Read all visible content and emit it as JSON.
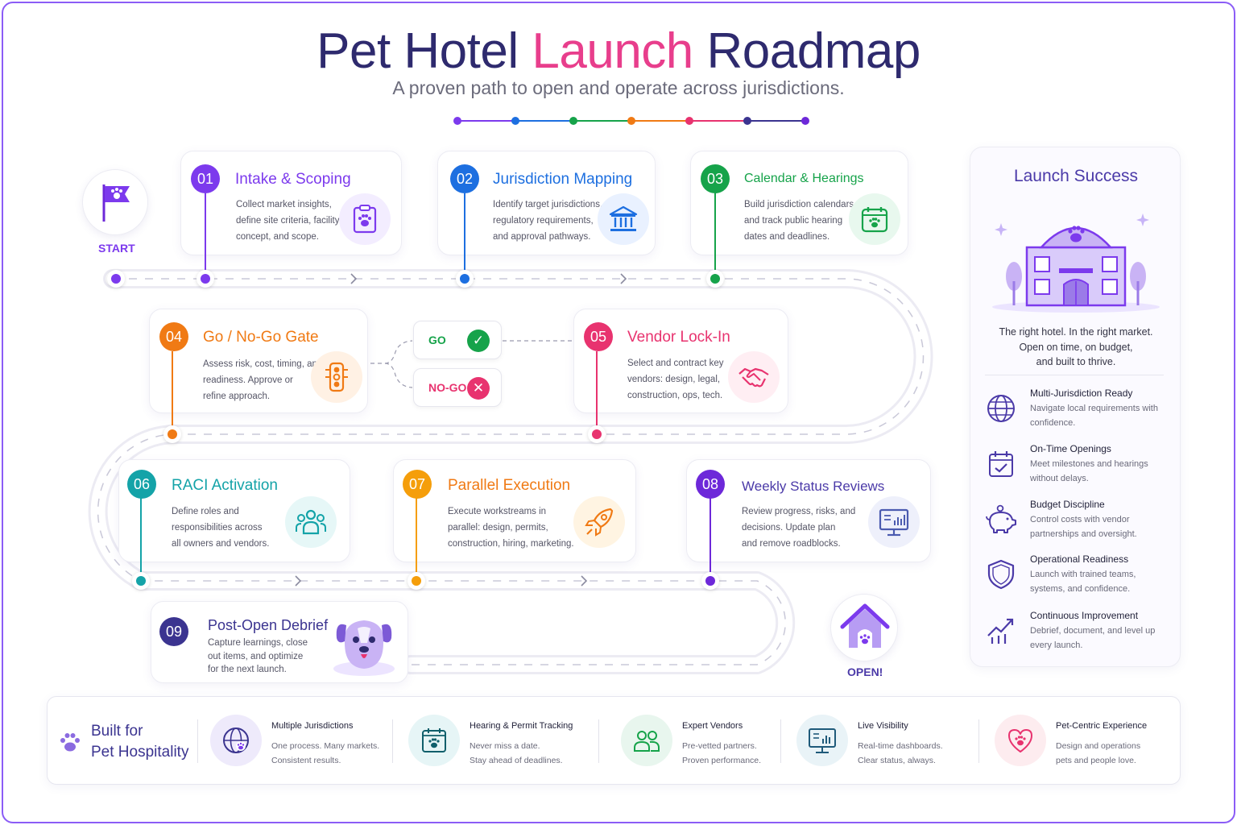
{
  "header": {
    "title_part1": "Pet Hotel ",
    "title_accent": "Launch",
    "title_part2": " Roadmap",
    "subtitle": "A proven path to open and operate across jurisdictions."
  },
  "colors": {
    "purple": "#7c3aed",
    "blue": "#1d6fe0",
    "green": "#16a34a",
    "orange": "#f07a14",
    "pink": "#e8336f",
    "teal": "#14a3a8",
    "amber": "#f59e0b",
    "violet": "#6d28d9",
    "navy": "#3b3490"
  },
  "start_label": "START",
  "end_label": "OPEN!",
  "steps": [
    {
      "num": "01",
      "title": "Intake & Scoping",
      "lines": [
        "Collect market insights,",
        "define site criteria, facility",
        "concept, and scope."
      ],
      "icon": "clipboard-paw-icon"
    },
    {
      "num": "02",
      "title": "Jurisdiction Mapping",
      "lines": [
        "Identify target jurisdictions,",
        "regulatory requirements,",
        "and approval pathways."
      ],
      "icon": "government-building-icon"
    },
    {
      "num": "03",
      "title": "Calendar & Hearings",
      "lines": [
        "Build jurisdiction calendars",
        "and track public hearing",
        "dates and deadlines."
      ],
      "icon": "calendar-paw-icon"
    },
    {
      "num": "04",
      "title": "Go / No-Go Gate",
      "lines": [
        "Assess risk, cost, timing, and",
        "readiness. Approve or",
        "refine approach."
      ],
      "icon": "traffic-light-icon"
    },
    {
      "num": "05",
      "title": "Vendor Lock-In",
      "lines": [
        "Select and contract key",
        "vendors: design, legal,",
        "construction, ops, tech."
      ],
      "icon": "handshake-icon"
    },
    {
      "num": "06",
      "title": "RACI Activation",
      "lines": [
        "Define roles and",
        "responsibilities across",
        "all owners and vendors."
      ],
      "icon": "team-icon"
    },
    {
      "num": "07",
      "title": "Parallel Execution",
      "lines": [
        "Execute workstreams in",
        "parallel: design, permits,",
        "construction, hiring, marketing."
      ],
      "icon": "rocket-icon"
    },
    {
      "num": "08",
      "title": "Weekly Status Reviews",
      "lines": [
        "Review progress, risks, and",
        "decisions. Update plan",
        "and remove roadblocks."
      ],
      "icon": "dashboard-monitor-icon"
    },
    {
      "num": "09",
      "title": "Post-Open Debrief",
      "lines": [
        "Capture learnings, close",
        "out items, and optimize",
        "for the next launch."
      ],
      "icon": "dog-icon"
    }
  ],
  "gate": {
    "go": "GO",
    "nogo": "NO-GO"
  },
  "sidebar": {
    "title": "Launch Success",
    "tagline": [
      "The right hotel. In the right market.",
      "Open on time, on budget,",
      "and built to thrive."
    ],
    "items": [
      {
        "title": "Multi-Jurisdiction Ready",
        "desc": "Navigate local requirements with confidence.",
        "icon": "globe-icon"
      },
      {
        "title": "On-Time Openings",
        "desc": "Meet milestones and hearings without delays.",
        "icon": "calendar-check-icon"
      },
      {
        "title": "Budget Discipline",
        "desc": "Control costs with vendor partnerships and oversight.",
        "icon": "piggy-bank-icon"
      },
      {
        "title": "Operational Readiness",
        "desc": "Launch with trained teams, systems, and confidence.",
        "icon": "shield-icon"
      },
      {
        "title": "Continuous Improvement",
        "desc": "Debrief, document, and level up every launch.",
        "icon": "growth-chart-icon"
      }
    ]
  },
  "bottom": {
    "heading": [
      "Built for",
      "Pet Hospitality"
    ],
    "items": [
      {
        "title": "Multiple Jurisdictions",
        "lines": [
          "One process. Many markets.",
          "Consistent results."
        ],
        "icon": "globe-paw-icon"
      },
      {
        "title": "Hearing & Permit Tracking",
        "lines": [
          "Never miss a date.",
          "Stay ahead of deadlines."
        ],
        "icon": "calendar-paw-icon"
      },
      {
        "title": "Expert Vendors",
        "lines": [
          "Pre-vetted partners.",
          "Proven performance."
        ],
        "icon": "people-icon"
      },
      {
        "title": "Live Visibility",
        "lines": [
          "Real-time dashboards.",
          "Clear status, always."
        ],
        "icon": "monitor-chart-icon"
      },
      {
        "title": "Pet-Centric Experience",
        "lines": [
          "Design and operations",
          "pets and people love."
        ],
        "icon": "heart-paw-icon"
      }
    ]
  }
}
